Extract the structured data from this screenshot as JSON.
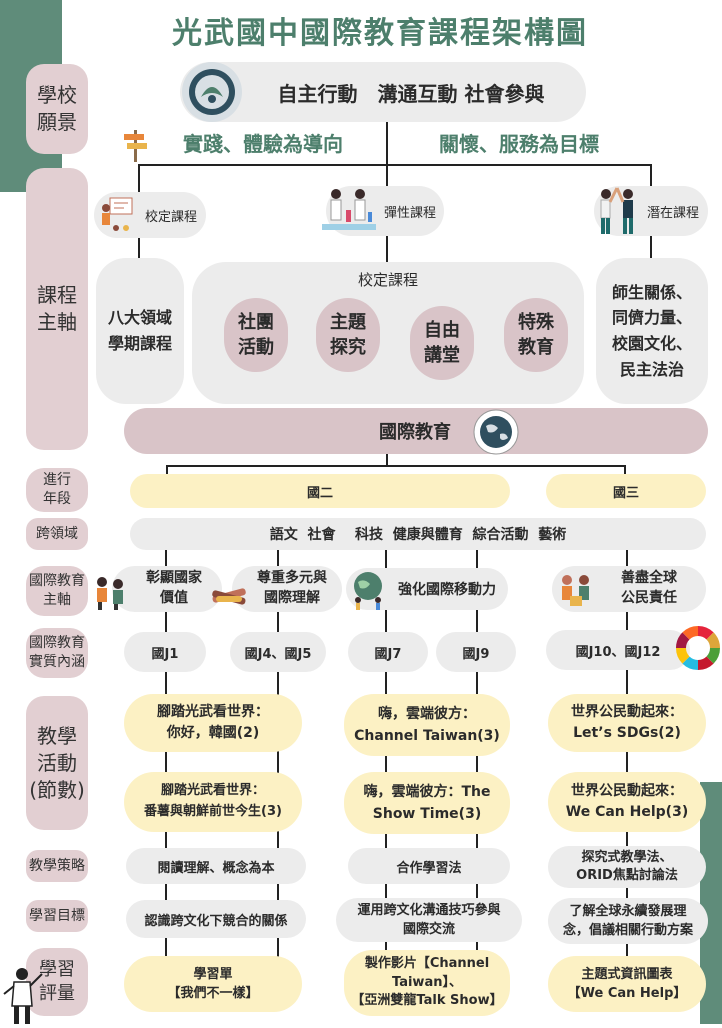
{
  "title": "光武國中國際教育課程架構圖",
  "row_labels": {
    "vision": "學校\n願景",
    "axis": "課程\n主軸",
    "grade": "進行\n年段",
    "cross": "跨領域",
    "intl_axis": "國際教育\n主軸",
    "intl_content": "國際教育\n實質內涵",
    "activity": "教學\n活動\n(節數)",
    "strategy": "教學策略",
    "goal": "學習目標",
    "assess": "學習\n評量"
  },
  "vision": {
    "text": "自主行動　溝通互動 社會參與",
    "left": "實踐、體驗為導向",
    "right": "關懷、服務為目標"
  },
  "curriculum": {
    "types": [
      "校定課程",
      "彈性課程",
      "潛在課程"
    ],
    "left_box": "八大領域\n學期課程",
    "center_title": "校定課程",
    "center_items": [
      "社團\n活動",
      "主題\n探究",
      "自由\n講堂",
      "特殊\n教育"
    ],
    "right_box": "師生關係、\n同儕力量、\n校園文化、\n民主法治"
  },
  "intl_banner": "國際教育",
  "grades": [
    "國二",
    "國三"
  ],
  "cross_domain": "語文  社會    科技  健康與體育  綜合活動  藝術",
  "intl_axes": [
    "彰顯國家\n價值",
    "尊重多元與\n國際理解",
    "強化國際移動力",
    "善盡全球\n公民責任"
  ],
  "contents": [
    "國J1",
    "國J4、國J5",
    "國J7",
    "國J9",
    "國J10、國J12"
  ],
  "activities": [
    "腳踏光武看世界：\n你好，韓國(2)",
    "嗨，雲端彼方：\nChannel Taiwan(3)",
    "世界公民動起來：\nLet’s SDGs(2)",
    "腳踏光武看世界：\n番薯與朝鮮前世今生(3)",
    "嗨，雲端彼方：The\nShow Time(3)",
    "世界公民動起來：\nWe Can Help(3)"
  ],
  "strategies": [
    "閱讀理解、概念為本",
    "合作學習法",
    "探究式教學法、\nORID焦點討論法"
  ],
  "goals": [
    "認識跨文化下競合的關係",
    "運用跨文化溝通技巧參與\n國際交流",
    "了解全球永續發展理\n念，倡議相關行動方案"
  ],
  "assessments": [
    "學習單\n【我們不一樣】",
    "製作影片【Channel\nTaiwan】、\n【亞洲雙龍Talk Show】",
    "主題式資訊圖表\n【We Can Help】"
  ],
  "colors": {
    "green": "#5f8c7a",
    "pink": "#d9c4c8",
    "yellow": "#fcf1c4",
    "grey": "#ececec",
    "title": "#4d7f6c"
  },
  "icons": [
    "school-logo",
    "signpost-icon",
    "teacher-icon",
    "scientists-icon",
    "high-five-icon",
    "globe-icon",
    "children-icon",
    "hands-icon",
    "earth-people-icon",
    "volunteers-icon",
    "sdg-wheel-icon",
    "speaker-figure-icon"
  ]
}
